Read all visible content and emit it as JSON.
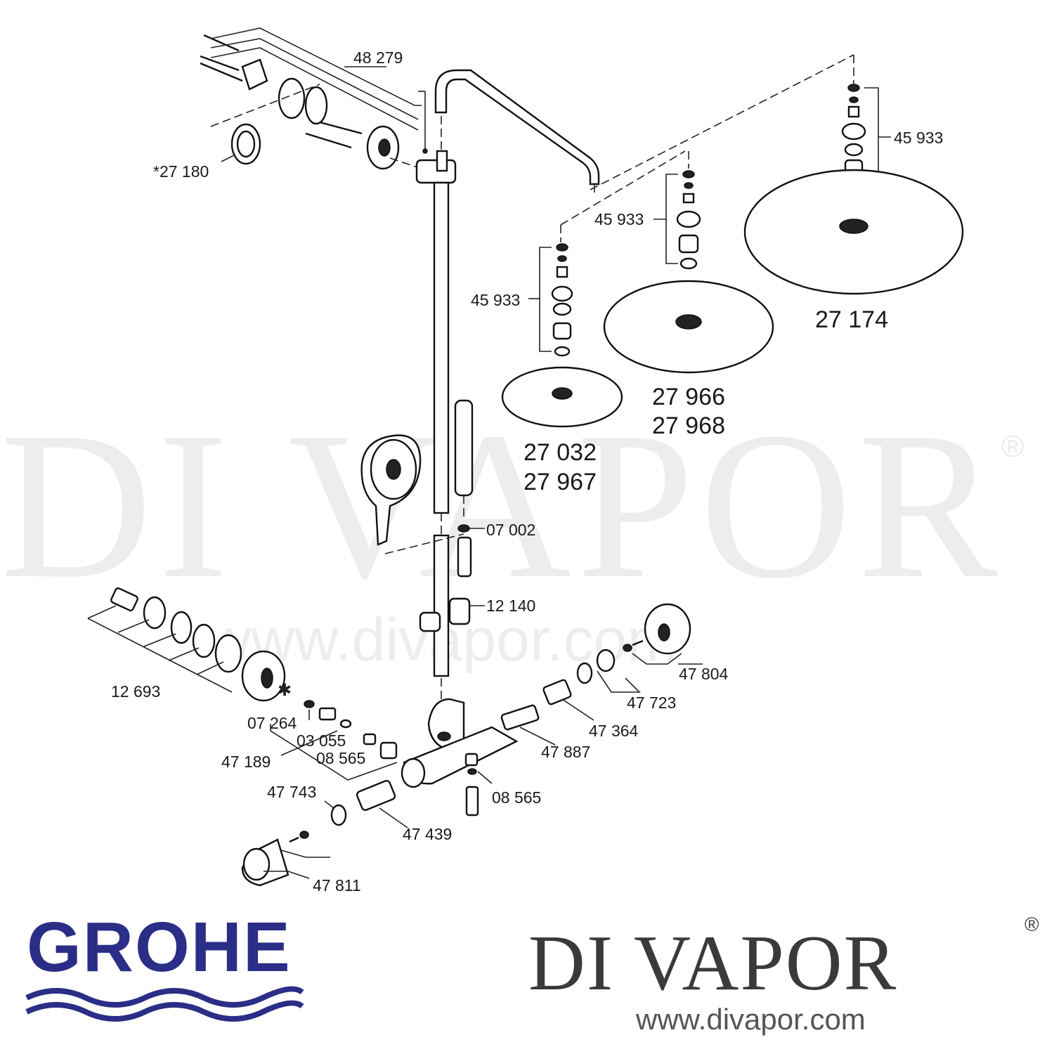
{
  "parts": {
    "p48279": "48 279",
    "p27180": "*27 180",
    "p45933_a": "45 933",
    "p45933_b": "45 933",
    "p45933_c": "45 933",
    "p27174": "27 174",
    "p27966": "27 966",
    "p27968": "27 968",
    "p27032": "27 032",
    "p27967": "27 967",
    "p07002": "07 002",
    "p12140": "12 140",
    "p12693": "12 693",
    "p07264": "07 264",
    "p03055": "03 055",
    "p47189": "47 189",
    "p08565_a": "08 565",
    "p47743": "47 743",
    "p47439": "47 439",
    "p47811": "47 811",
    "p08565_b": "08 565",
    "p47887": "47 887",
    "p47364": "47 364",
    "p47723": "47 723",
    "p47804": "47 804"
  },
  "watermark": {
    "big": "DI VAPOR",
    "reg": "®",
    "url": "www.divapor.com"
  },
  "branding": {
    "grohe": "GROHE",
    "grohe_color": "#2a2e86",
    "divapor": "DI VAPOR",
    "divapor_reg": "®",
    "divapor_url": "www.divapor.com"
  }
}
